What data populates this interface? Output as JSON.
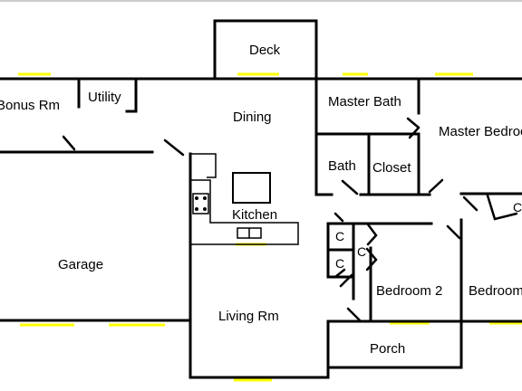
{
  "rooms": {
    "deck": "Deck",
    "bonus_rm": "Bonus Rm",
    "utility": "Utility",
    "dining": "Dining",
    "master_bath": "Master Bath",
    "master_bedroom": "Master Bedroom",
    "bath": "Bath",
    "closet": "Closet",
    "kitchen": "Kitchen",
    "garage": "Garage",
    "living_rm": "Living Rm",
    "bedroom_2": "Bedroom 2",
    "bedroom_3": "Bedroom",
    "porch": "Porch"
  },
  "closets": {
    "c1": "C",
    "c2": "C",
    "c3": "C",
    "c4": "C"
  },
  "colors": {
    "wall": "#000000",
    "window": "#ffff00",
    "background": "#ffffff"
  }
}
